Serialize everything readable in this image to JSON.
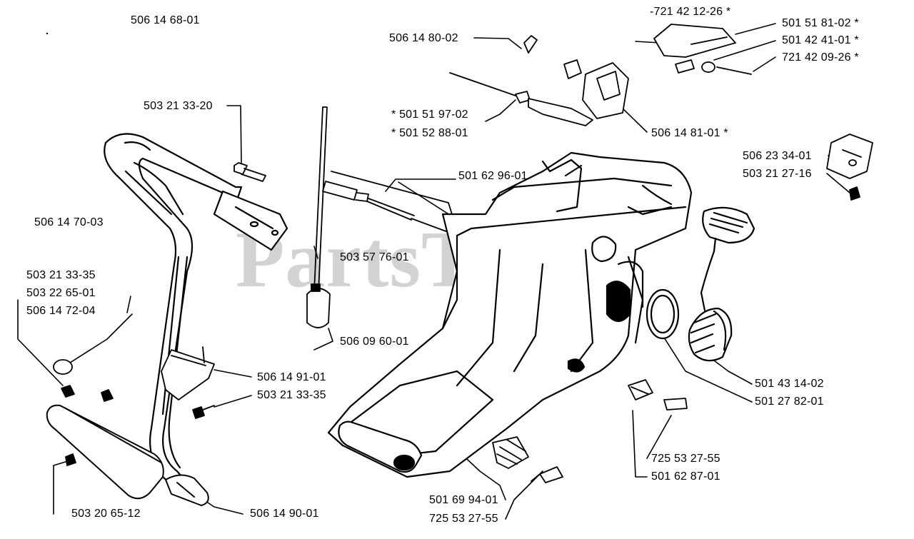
{
  "watermark": {
    "text": "PartsTree",
    "mark": "TM"
  },
  "labels": {
    "l_506146801": "506 14 68-01",
    "l_506148002": "506 14 80-02",
    "l_721421226": "-721 42 12-26 *",
    "l_501518102": "501 51 81-02 *",
    "l_501424101": "501 42 41-01 *",
    "l_721420926": "721 42 09-26 *",
    "l_501519702": "* 501 51 97-02",
    "l_501528801": "* 501 52 88-01",
    "l_506148101": "506 14 81-01 *",
    "l_503213320": "503 21 33-20",
    "l_506233401": "506 23 34-01",
    "l_503212716": "503 21 27-16",
    "l_501629601": "501 62 96-01",
    "l_506147003": "506 14 70-03",
    "l_503577601": "503 57 76-01",
    "l_503213335a": "503 21 33-35",
    "l_503226501": "503 22 65-01",
    "l_506147204": "506 14 72-04",
    "l_506096001": "506 09 60-01",
    "l_506149101": "506 14 91-01",
    "l_503213335b": "503 21 33-35",
    "l_501431402": "501 43 14-02",
    "l_501278201": "501 27 82-01",
    "l_725532755a": "725 53 27-55",
    "l_501628701": "501 62 87-01",
    "l_501699401": "501 69 94-01",
    "l_725532755b": "725 53 27-55",
    "l_503206512": "503 20 65-12",
    "l_506149001": "506 14 90-01"
  }
}
